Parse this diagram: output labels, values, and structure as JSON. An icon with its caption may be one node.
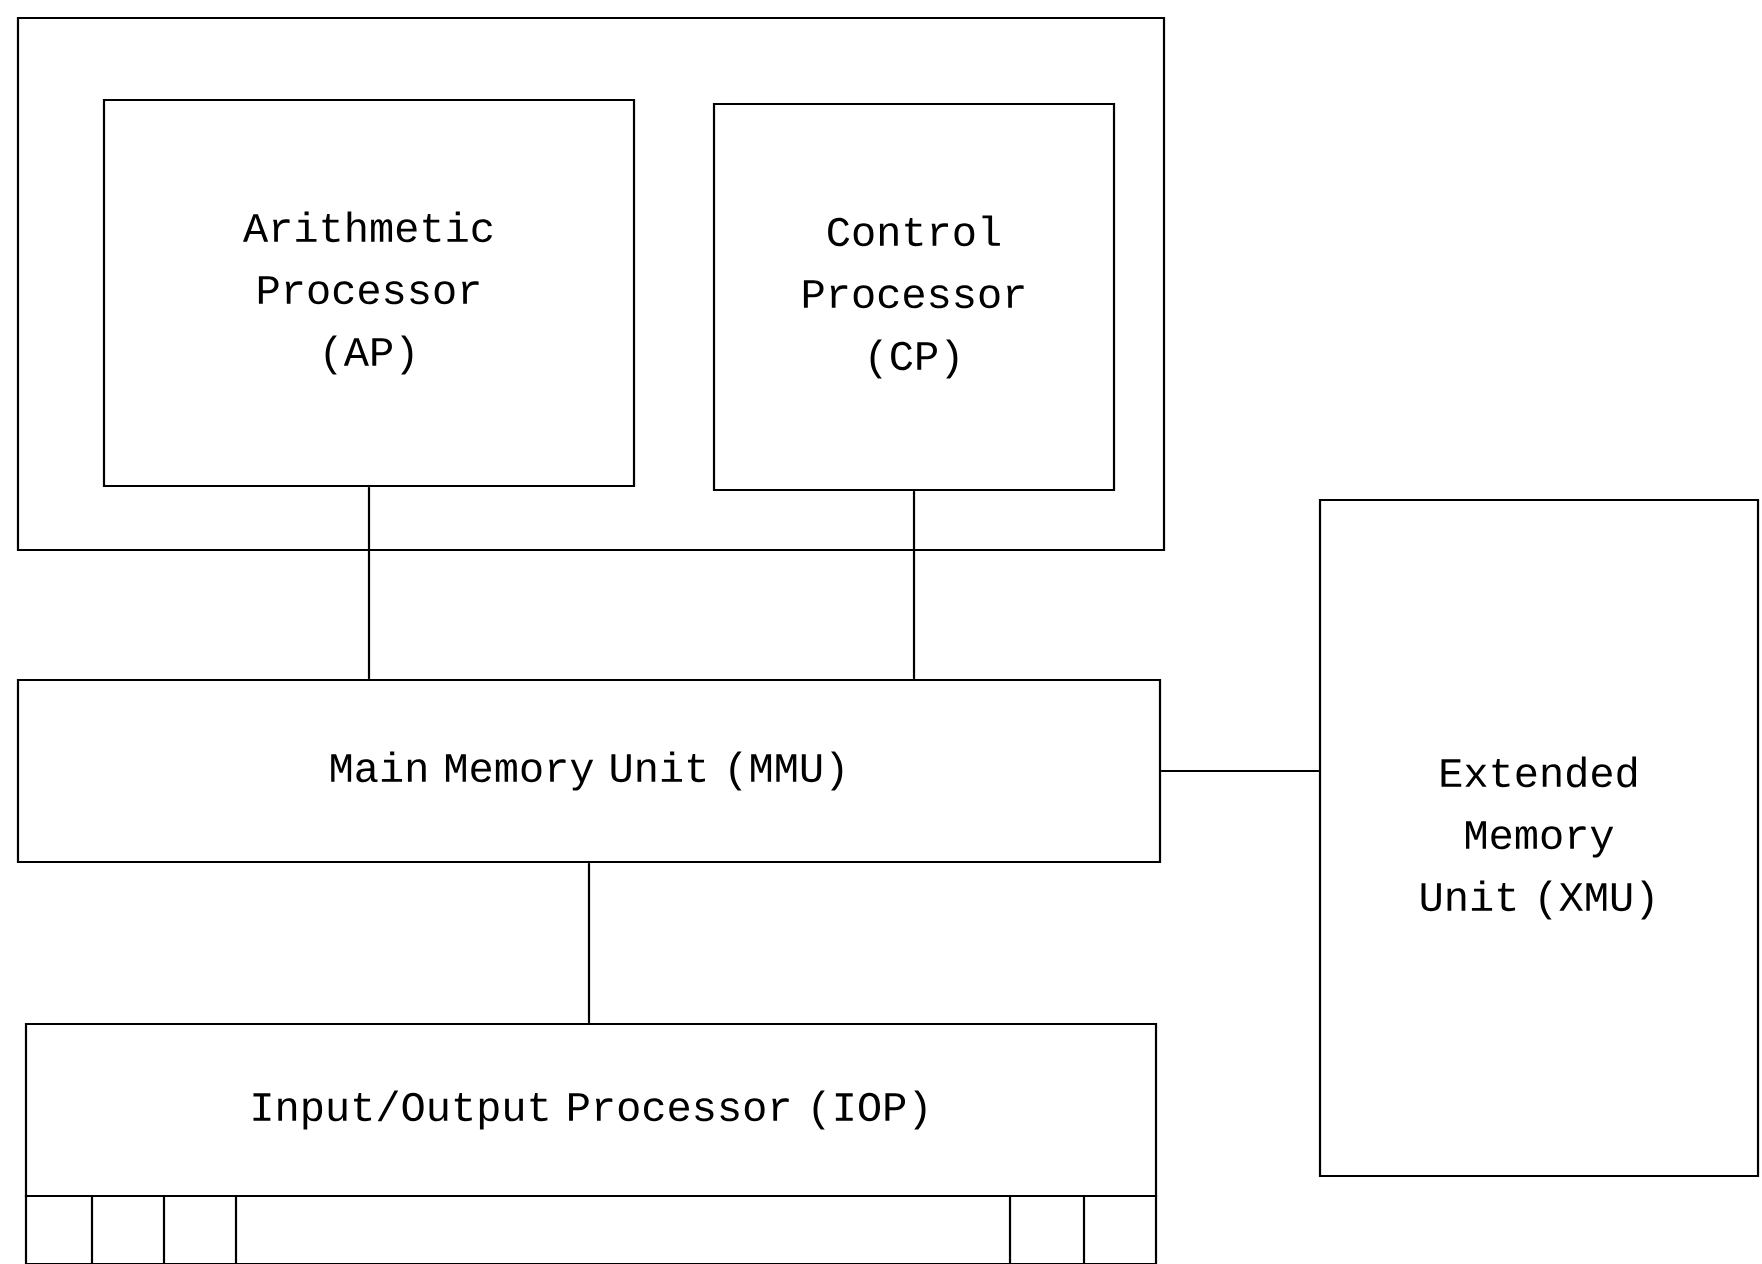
{
  "diagram": {
    "nodes": [
      {
        "text": [],
        "shape": "box"
      },
      {
        "text": [
          "Arithmetic Processor (AP)"
        ],
        "in": 0
      },
      {
        "text": [
          "Control Processor (CP)"
        ],
        "in": 0
      },
      {
        "text": [
          "Main Memory Unit (MMU)"
        ]
      },
      {
        "text": [
          "Extended Memory Unit (XMU)"
        ]
      },
      {
        "text": [
          "Input/Output Processor (IOP)"
        ]
      }
    ],
    "edges": [
      {
        "from": 1,
        "to": 3,
        "arrow": "none"
      },
      {
        "from": 2,
        "to": 3,
        "arrow": "none"
      },
      {
        "from": 3,
        "to": 4,
        "arrow": "none"
      },
      {
        "from": 3,
        "to": 5,
        "arrow": "none"
      }
    ]
  }
}
